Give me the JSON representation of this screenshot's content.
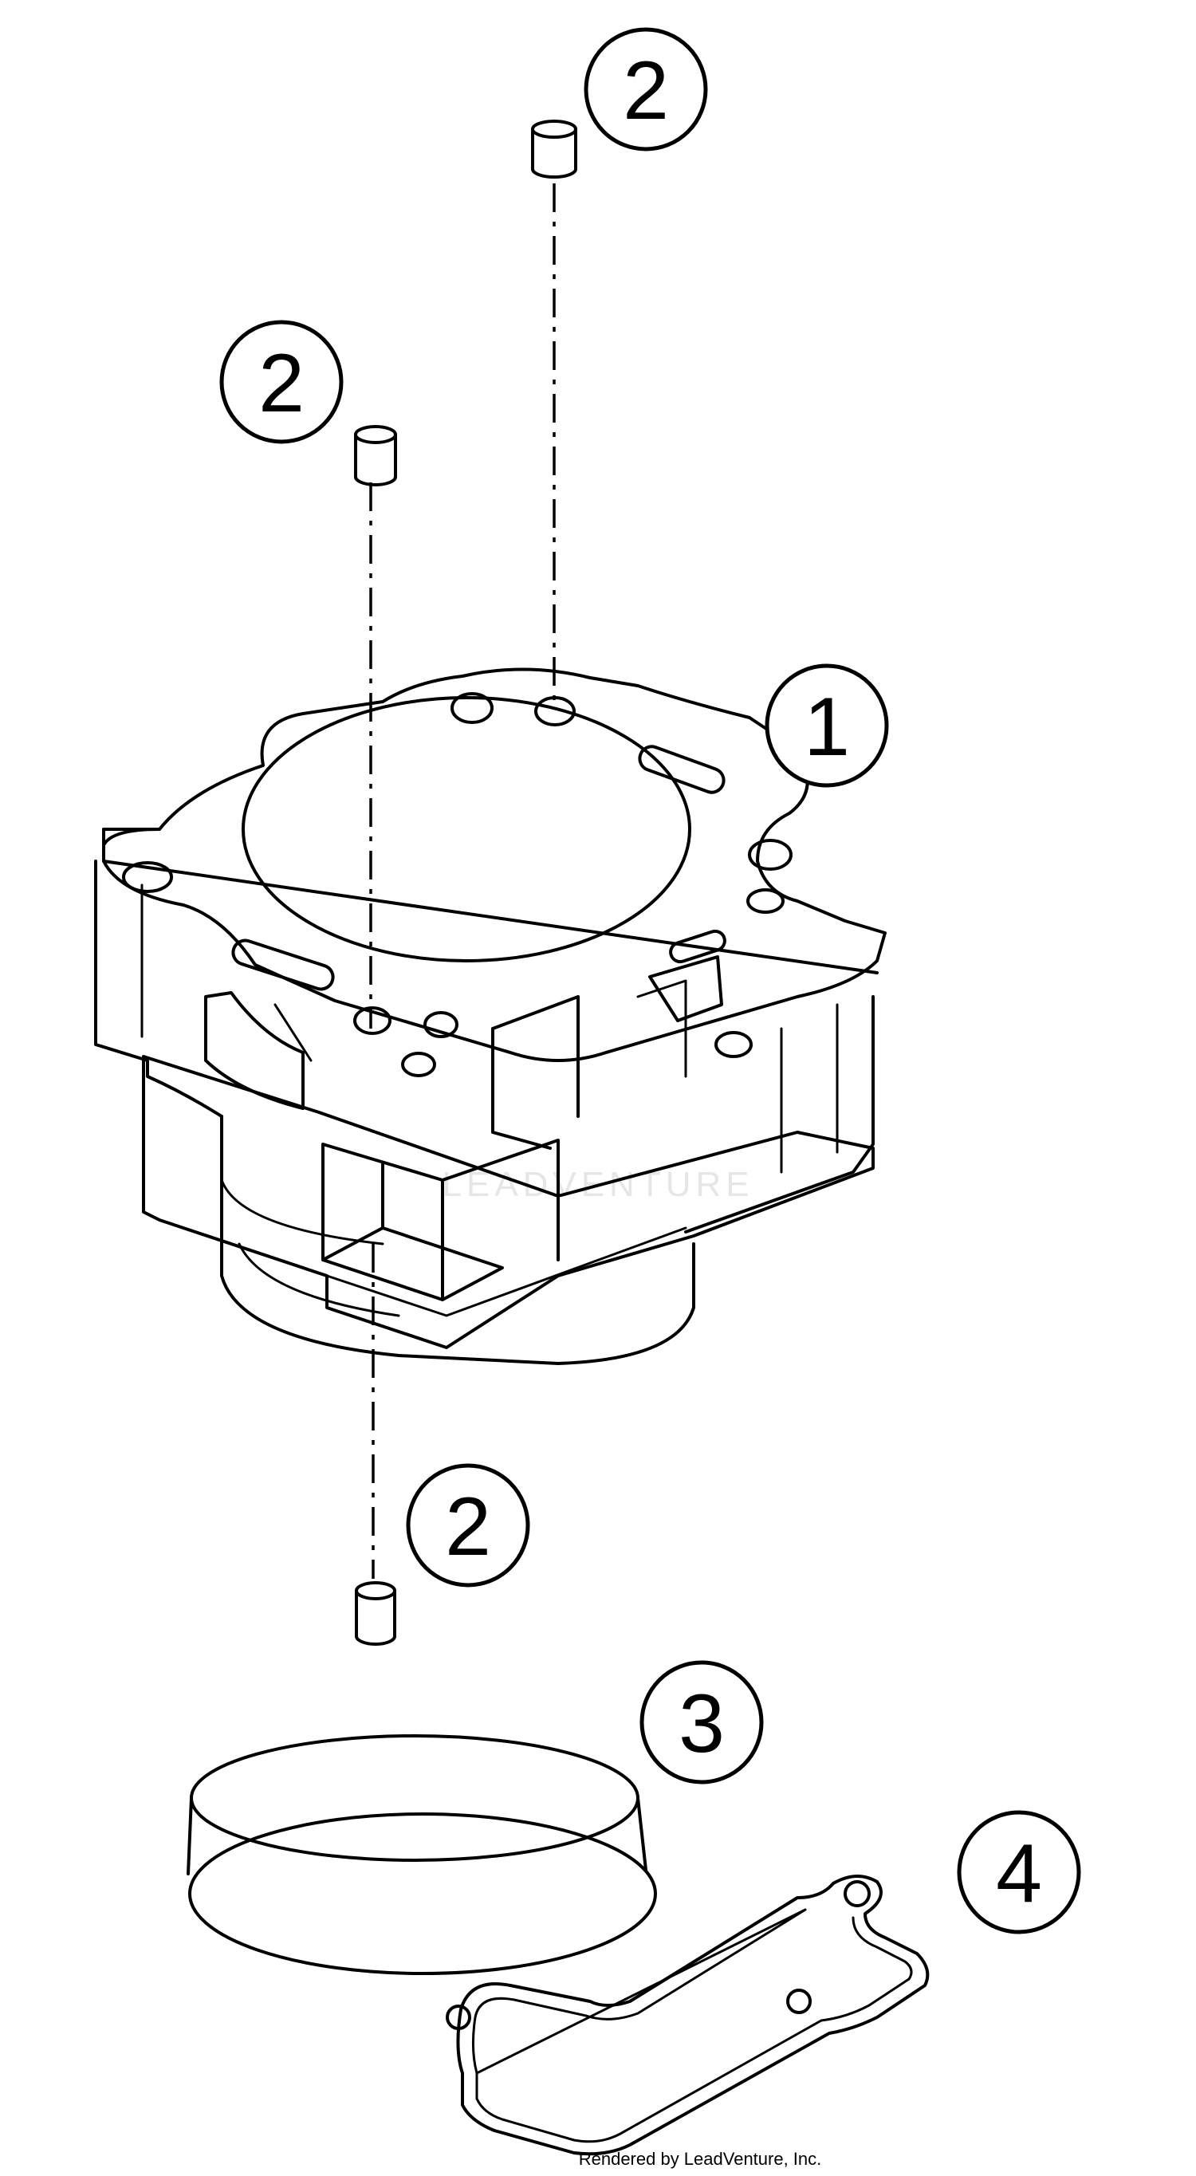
{
  "diagram": {
    "parts": [
      {
        "id": "cylinder",
        "callout": "1"
      },
      {
        "id": "dowel-pin",
        "callout": "2"
      },
      {
        "id": "o-ring",
        "callout": "3"
      },
      {
        "id": "gasket",
        "callout": "4"
      }
    ],
    "callouts": {
      "c1": "1",
      "c2_top": "2",
      "c2_mid": "2",
      "c2_bottom": "2",
      "c3": "3",
      "c4": "4"
    },
    "watermark": "LEADVENTURE",
    "footer": "Rendered by LeadVenture, Inc."
  },
  "colors": {
    "line": "#000000",
    "background": "#ffffff",
    "watermark": "#e6e6e6"
  }
}
